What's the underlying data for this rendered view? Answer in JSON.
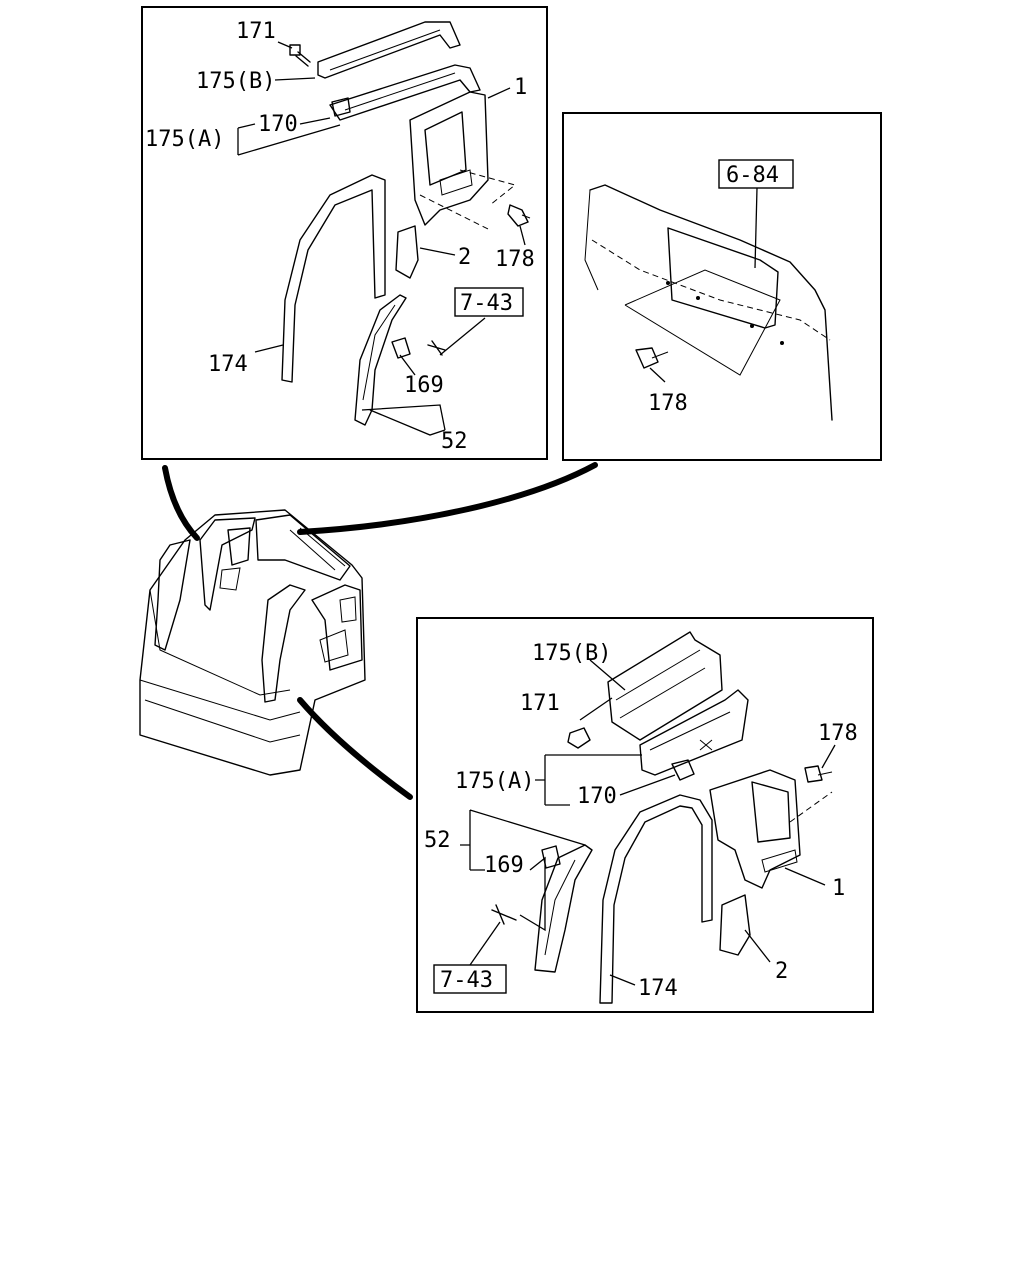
{
  "callouts": {
    "top_left": {
      "c171": "171",
      "c175b": "175(B)",
      "c175a": "175(A)",
      "c170": "170",
      "c1": "1",
      "c2": "2",
      "c178": "178",
      "ref743": "7-43",
      "c174": "174",
      "c169": "169",
      "c52": "52"
    },
    "top_right": {
      "ref684": "6-84",
      "c178": "178"
    },
    "bottom_right": {
      "c175b": "175(B)",
      "c171": "171",
      "c178": "178",
      "c175a": "175(A)",
      "c170": "170",
      "c52": "52",
      "c169": "169",
      "c1": "1",
      "c2": "2",
      "ref743": "7-43",
      "c174": "174"
    }
  }
}
